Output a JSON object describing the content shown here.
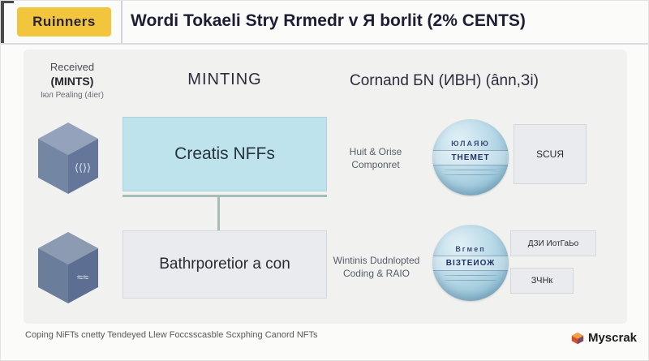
{
  "header": {
    "badge": "Ruinners",
    "title": "Wordi Tokaeli Stry Rrmedr v Я borlit (2% CENTS)"
  },
  "left_column": {
    "label_line1": "Received",
    "label_line2": "(MINTS)",
    "label_line3": "Iюл Реаling (4ieг)",
    "cube1_icon": "cube-isometric",
    "cube1_glyph": "⟨⟨⟩⟩",
    "cube2_icon": "cube-isometric",
    "cube2_glyph": "≈≈"
  },
  "minting_column": {
    "header": "MINTING",
    "box1_label": "Creatis NFFs",
    "box2_label": "Bathrporetior a con"
  },
  "notes": {
    "note1_line1": "Huit & Orise",
    "note1_line2": "Componret",
    "note2_line1": "Wintinis Dudnlopted",
    "note2_line2": "Coding & RAIO"
  },
  "right_column": {
    "header": "Cornand БN (ИBH) (ânn,Зi)",
    "coin1_icon": "coin-stack",
    "coin1_top": "ЮЛАЯЮ",
    "coin1_band": "ТНЕМЕТ",
    "box1_label": "SCUЯ",
    "coin2_icon": "coin-stack",
    "coin2_top": "Вгмеп",
    "coin2_band": "ВІЗТЕИОЖ",
    "box2_label": "ДЗИ ИотГаЬо",
    "box3_label": "ЗЧНк"
  },
  "footer": {
    "caption": "Coping NiFTs cnetty Tendeyed Llew Foccsscasble Scxphing Canord NFTs",
    "brand": "Myscrak",
    "brand_icon": "cube-logo"
  },
  "colors": {
    "badge_bg": "#f2c53d",
    "cyan_box": "#bfe3ed",
    "gray_box": "#e9ebee",
    "cube_blue": "#7386a3",
    "coin_blue": "#9cc8db",
    "logo_orange": "#f2a03d"
  }
}
